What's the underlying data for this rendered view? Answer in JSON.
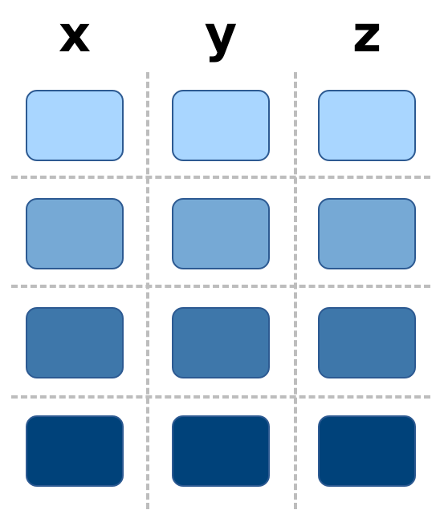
{
  "columns": [
    {
      "label": "x"
    },
    {
      "label": "y"
    },
    {
      "label": "z"
    }
  ],
  "rows": [
    {
      "fill": "#a9d6ff"
    },
    {
      "fill": "#76a9d5"
    },
    {
      "fill": "#3e77aa"
    },
    {
      "fill": "#00427a"
    }
  ],
  "colors": {
    "cell_border": "#2d5a92",
    "divider": "#bdbdbd",
    "header_text": "#000000",
    "background": "#ffffff"
  }
}
